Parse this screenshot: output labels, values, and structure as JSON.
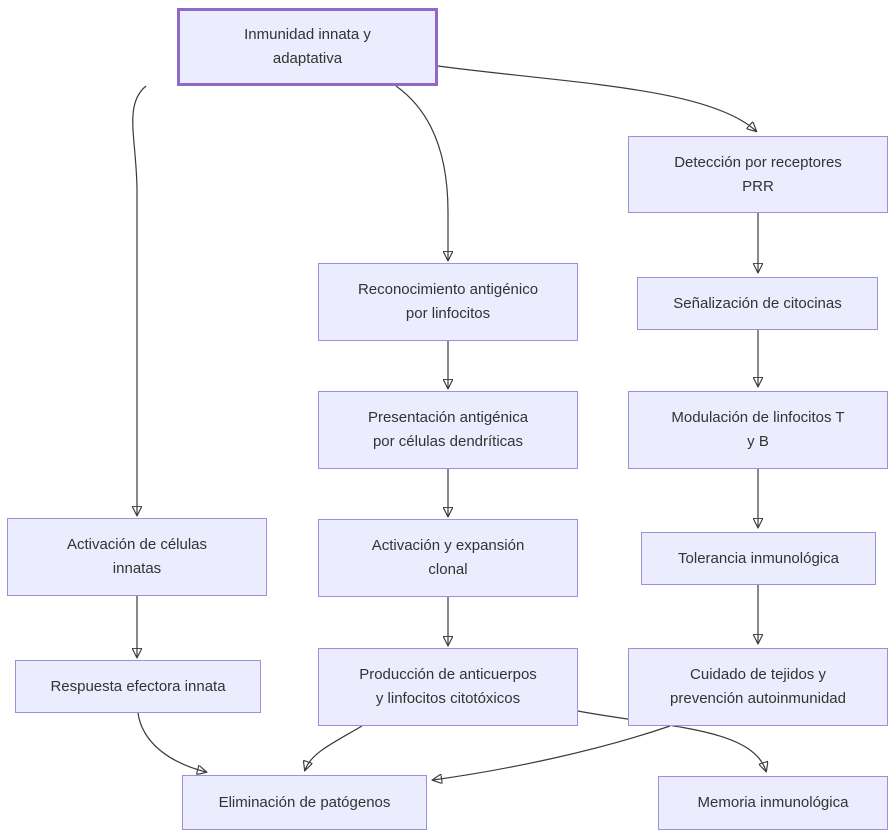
{
  "diagram": {
    "kind": "flowchart",
    "direction": "top-down",
    "language": "es",
    "topic": "Inmunidad innata y adaptativa",
    "colors": {
      "background": "#ffffff",
      "node_fill": "#ECECFF",
      "node_border": "#9f8fd6",
      "root_border": "#8f68c8",
      "edge": "#3a3a3a",
      "text": "#333333"
    }
  },
  "nodes": {
    "root": {
      "label": "Inmunidad innata y\nadaptativa"
    },
    "deteccion": {
      "label": "Detección por receptores\nPRR"
    },
    "senalizacion": {
      "label": "Señalización de citocinas"
    },
    "modulacion": {
      "label": "Modulación de linfocitos T\ny B"
    },
    "tolerancia": {
      "label": "Tolerancia inmunológica"
    },
    "cuidado": {
      "label": "Cuidado de tejidos y\nprevención autoinmunidad"
    },
    "reconocimiento": {
      "label": "Reconocimiento antigénico\npor linfocitos"
    },
    "presentacion": {
      "label": "Presentación antigénica\npor células dendríticas"
    },
    "activacion_clonal": {
      "label": "Activación y expansión\nclonal"
    },
    "produccion": {
      "label": "Producción de anticuerpos\ny linfocitos citotóxicos"
    },
    "activacion_innatas": {
      "label": "Activación de células\ninnatas"
    },
    "respuesta": {
      "label": "Respuesta efectora innata"
    },
    "eliminacion": {
      "label": "Eliminación de patógenos"
    },
    "memoria": {
      "label": "Memoria inmunológica"
    }
  },
  "edges": [
    {
      "from": "root",
      "to": "activacion_innatas"
    },
    {
      "from": "root",
      "to": "reconocimiento"
    },
    {
      "from": "root",
      "to": "deteccion"
    },
    {
      "from": "activacion_innatas",
      "to": "respuesta"
    },
    {
      "from": "respuesta",
      "to": "eliminacion"
    },
    {
      "from": "reconocimiento",
      "to": "presentacion"
    },
    {
      "from": "presentacion",
      "to": "activacion_clonal"
    },
    {
      "from": "activacion_clonal",
      "to": "produccion"
    },
    {
      "from": "produccion",
      "to": "eliminacion"
    },
    {
      "from": "produccion",
      "to": "memoria"
    },
    {
      "from": "deteccion",
      "to": "senalizacion"
    },
    {
      "from": "senalizacion",
      "to": "modulacion"
    },
    {
      "from": "modulacion",
      "to": "tolerancia"
    },
    {
      "from": "tolerancia",
      "to": "cuidado"
    },
    {
      "from": "cuidado",
      "to": "eliminacion"
    }
  ]
}
